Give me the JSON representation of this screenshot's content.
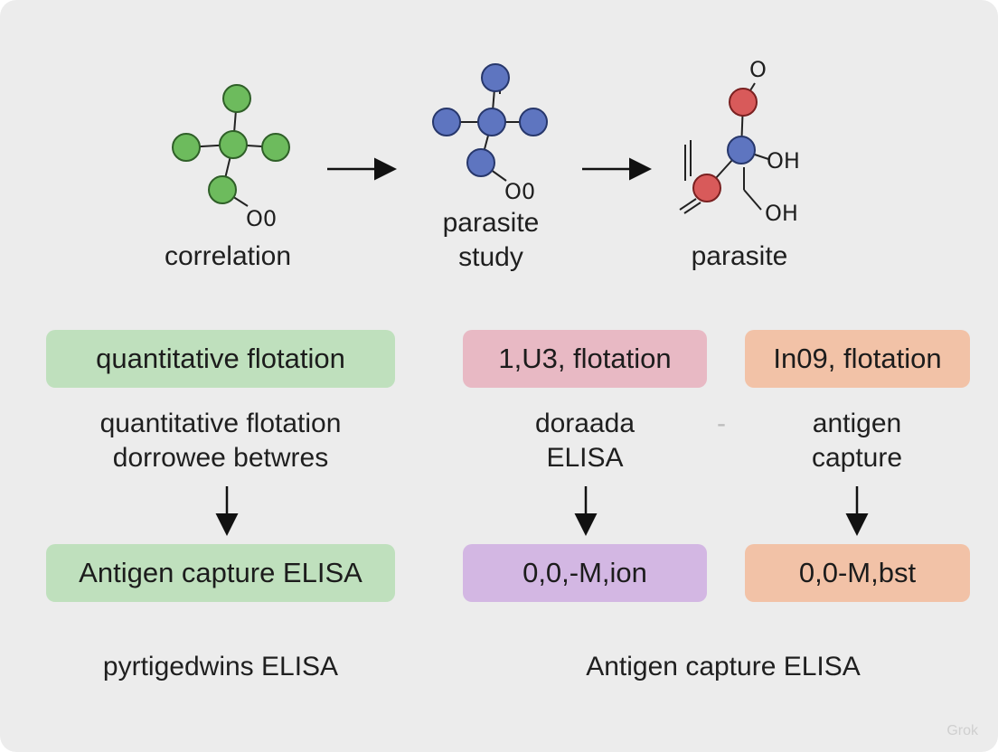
{
  "molecules": {
    "m1": {
      "label": "correlation",
      "atom_label": "O0",
      "color": "#6dbb5d"
    },
    "m2": {
      "label": "parasite\nstudy",
      "atom_label": "O0",
      "color": "#5e75c0"
    },
    "m3": {
      "label": "parasite",
      "atom_top": "O",
      "atom_oh1": "OH",
      "atom_oh2": "OH",
      "red": "#d85a5a",
      "blue": "#5e75c0"
    }
  },
  "boxes": {
    "top_left": {
      "text": "quantitative flotation",
      "color": "#bfe0bd"
    },
    "top_mid": {
      "text": "1,U3, flotation",
      "color": "#e8b9c4"
    },
    "top_right": {
      "text": "In09, flotation",
      "color": "#f2c2a7"
    },
    "bottom_left": {
      "text": "Antigen capture ELISA",
      "color": "#bfe0bd"
    },
    "bottom_mid": {
      "text": "0,0,-M,ion",
      "color": "#d3b7e3"
    },
    "bottom_right": {
      "text": "0,0-M,bst",
      "color": "#f2c2a7"
    }
  },
  "middle_text": {
    "left": "quantitative flotation\ndorrowee betwres",
    "mid": "doraada\nELISA",
    "separator": "-",
    "right": "antigen\ncapture"
  },
  "footer": {
    "left": "pyrtigedwins ELISA",
    "right": "Antigen capture ELISA"
  },
  "watermark": "Grok"
}
